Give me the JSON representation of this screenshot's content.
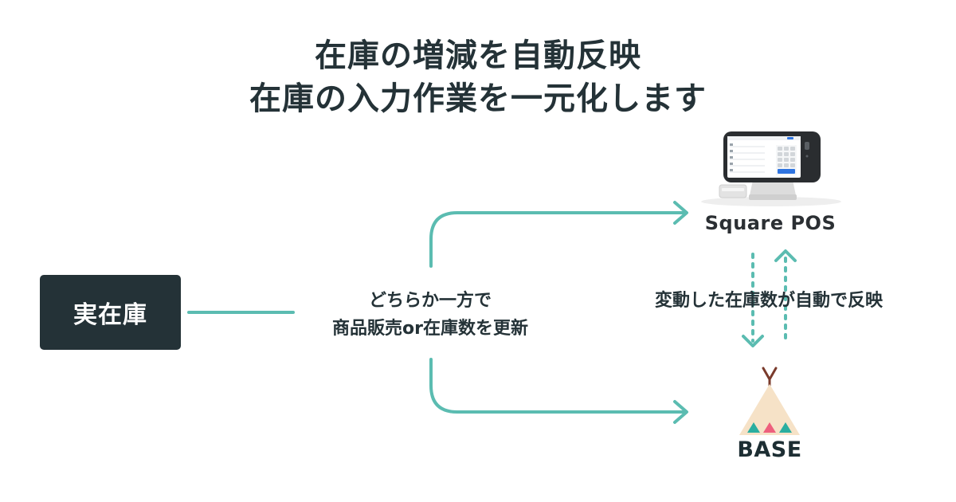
{
  "header": {
    "title_line1": "在庫の増減を自動反映",
    "title_line2": "在庫の入力作業を一元化します"
  },
  "nodes": {
    "stock": "実在庫",
    "square": "Square POS",
    "base": "BASE"
  },
  "captions": {
    "update_line1": "どちらか一方で",
    "update_line2": "商品販売or在庫数を更新",
    "sync": "変動した在庫数が自動で反映"
  },
  "colors": {
    "arrow": "#5bbcb1",
    "dark": "#243237",
    "base_teal": "#2aaea0",
    "base_pink": "#ee5f7d",
    "tent": "#f6e2c7",
    "tent_stem": "#7a3b2c"
  }
}
